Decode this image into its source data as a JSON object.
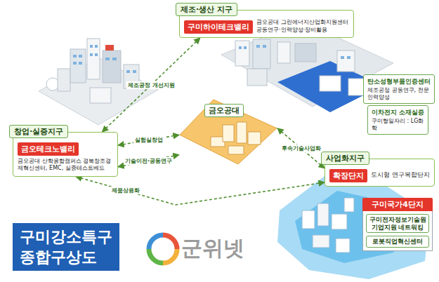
{
  "diagram": {
    "title": "구미강소특구 종합구상도",
    "nodes": [
      {
        "text": [
          "창업·실증지구",
          "금오공대 산학융합캠퍼스 경북창조경제혁신센터, EMC, 실증테스트베드"
        ]
      },
      {
        "text": [
          "금오테크노밸리"
        ],
        "in": 0
      },
      {
        "text": [
          "제조·생산 지구",
          "금오공대 그린에너지산업화지원센터 공동연구·인력양성·장비활용"
        ]
      },
      {
        "text": [
          "구미하이테크밸리"
        ],
        "in": 2
      },
      {
        "text": [
          "탄소성형부품인증센터",
          "제조공정 공동연구, 전문인력양성"
        ]
      },
      {
        "text": [
          "이차전지 소재실증",
          "구미형일자리 : LG화학"
        ]
      },
      {
        "text": [
          "금오공대"
        ]
      },
      {
        "text": [
          "사업화지구",
          "도시형 연구복합단지"
        ]
      },
      {
        "text": [
          "확장단지"
        ],
        "in": 7
      },
      {
        "text": [
          "구미국가4단지"
        ]
      },
      {
        "text": [
          "구미전자정보기술원 기업지원 네트워킹"
        ],
        "in": 9
      },
      {
        "text": [
          "로봇직업혁신센터"
        ],
        "in": 9
      }
    ],
    "edges": [
      {
        "from": 0,
        "to": 2,
        "arrow": "both",
        "label": "제조공정 개선지원"
      },
      {
        "from": 0,
        "to": 6,
        "arrow": "both",
        "label": "실험실창업"
      },
      {
        "from": 0,
        "to": 6,
        "arrow": "both",
        "label": "기술이전·공동연구"
      },
      {
        "from": 6,
        "to": 7,
        "arrow": "both",
        "label": "후속기술사업화"
      },
      {
        "from": 0,
        "to": 7,
        "arrow": "both",
        "label": "제품상용화"
      }
    ],
    "labels": [
      "군위넷"
    ]
  }
}
